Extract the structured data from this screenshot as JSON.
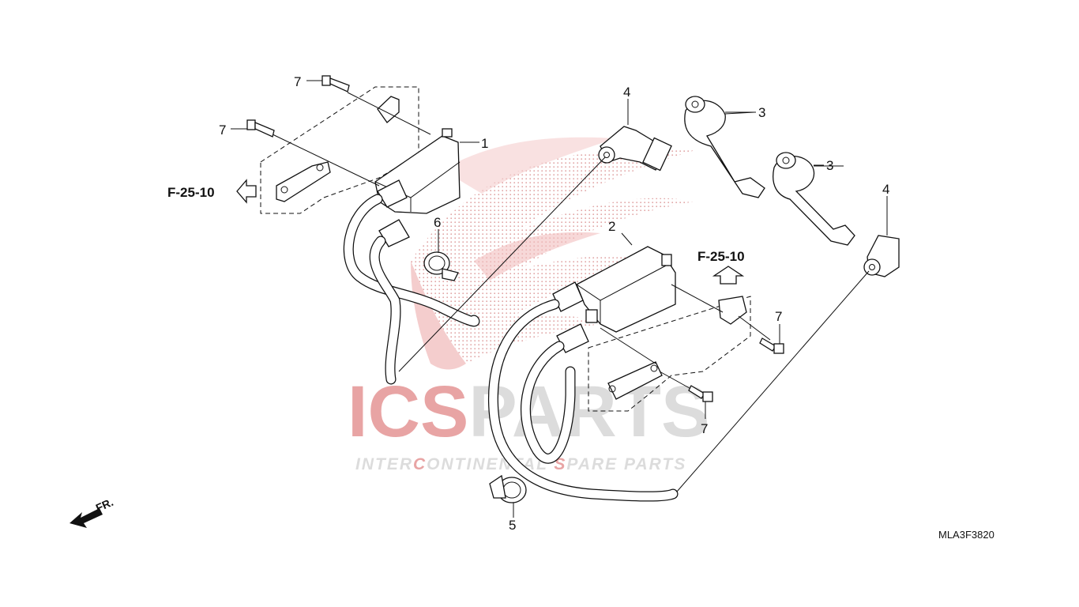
{
  "diagram": {
    "callouts": [
      {
        "id": "c1",
        "text": "1"
      },
      {
        "id": "c2",
        "text": "2"
      },
      {
        "id": "c3a",
        "text": "3"
      },
      {
        "id": "c3b",
        "text": "3"
      },
      {
        "id": "c4a",
        "text": "4"
      },
      {
        "id": "c4b",
        "text": "4"
      },
      {
        "id": "c5",
        "text": "5"
      },
      {
        "id": "c6",
        "text": "6"
      },
      {
        "id": "c7a",
        "text": "7"
      },
      {
        "id": "c7b",
        "text": "7"
      },
      {
        "id": "c7c",
        "text": "7"
      },
      {
        "id": "c7d",
        "text": "7"
      }
    ],
    "references": {
      "left": "F-25-10",
      "right": "F-25-10"
    },
    "front_marker": "FR.",
    "diagram_code": "MLA3F3820"
  },
  "watermark": {
    "brand_ics": "ICS",
    "brand_parts": "PARTS",
    "tagline_a": "INTER",
    "tagline_b": "C",
    "tagline_c": "ONTINENTAL ",
    "tagline_d": "S",
    "tagline_e": "PARE PARTS",
    "colors": {
      "red": "#e8a4a4",
      "gray": "#dcdcdc"
    }
  }
}
